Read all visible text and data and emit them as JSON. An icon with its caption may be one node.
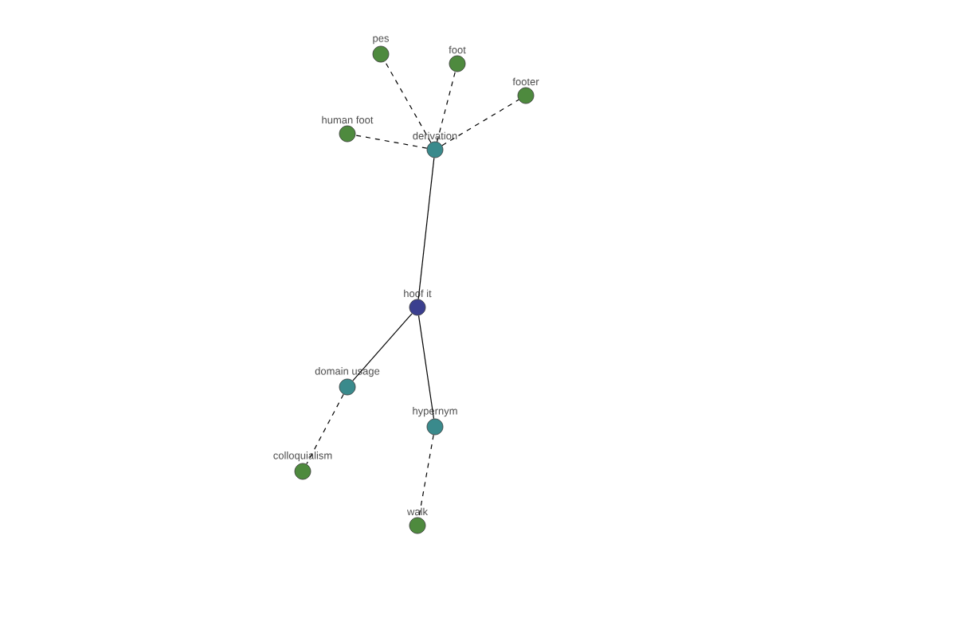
{
  "diagram": {
    "nodes": [
      {
        "text": [
          "hoof it"
        ]
      },
      {
        "text": [
          "derivation"
        ]
      },
      {
        "text": [
          "pes"
        ]
      },
      {
        "text": [
          "foot"
        ]
      },
      {
        "text": [
          "footer"
        ]
      },
      {
        "text": [
          "human foot"
        ]
      },
      {
        "text": [
          "domain usage"
        ]
      },
      {
        "text": [
          "hypernym"
        ]
      },
      {
        "text": [
          "colloquialism"
        ]
      },
      {
        "text": [
          "walk"
        ]
      }
    ],
    "edges": [
      {
        "from": 0,
        "to": 1,
        "arrow": "none"
      },
      {
        "from": 1,
        "to": 2,
        "arrow": "none",
        "style": "dashed"
      },
      {
        "from": 1,
        "to": 3,
        "arrow": "none",
        "style": "dashed"
      },
      {
        "from": 1,
        "to": 4,
        "arrow": "none",
        "style": "dashed"
      },
      {
        "from": 1,
        "to": 5,
        "arrow": "none",
        "style": "dashed"
      },
      {
        "from": 0,
        "to": 6,
        "arrow": "none"
      },
      {
        "from": 0,
        "to": 7,
        "arrow": "none"
      },
      {
        "from": 6,
        "to": 8,
        "arrow": "none",
        "style": "dashed"
      },
      {
        "from": 7,
        "to": 9,
        "arrow": "none",
        "style": "dashed"
      }
    ]
  }
}
